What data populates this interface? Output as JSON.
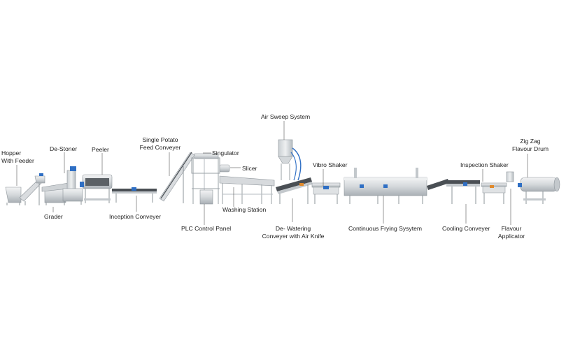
{
  "labels": {
    "hopper": [
      "Hopper",
      "With Feeder"
    ],
    "destoner": "De-Stoner",
    "peeler": "Peeler",
    "grader": "Grader",
    "inception": "Inception Conveyer",
    "single_potato": [
      "Single Potato",
      "Feed Conveyer"
    ],
    "singulator": "Singulator",
    "slicer": "Slicer",
    "washing": "Washing Station",
    "plc": "PLC Control Panel",
    "air_sweep": "Air Sweep System",
    "vibro": "Vibro Shaker",
    "dewatering": [
      "De- Watering",
      "Conveyer with Air Knife"
    ],
    "frying": "Continuous Frying Sysytem",
    "inspection": "Inspection Shaker",
    "cooling": "Cooling Conveyer",
    "flavour_applicator": [
      "Flavour",
      "Applicator"
    ],
    "zigzag": [
      "Zig Zag",
      "Flavour Drum"
    ]
  },
  "colors": {
    "steel_light": "#e6e8ea",
    "steel_mid": "#c3c8cc",
    "steel_dark": "#8d949a",
    "belt": "#4a4f54",
    "motor_blue": "#2f6fc4",
    "accent_orange": "#e08a2c",
    "leader_line": "#555555"
  }
}
